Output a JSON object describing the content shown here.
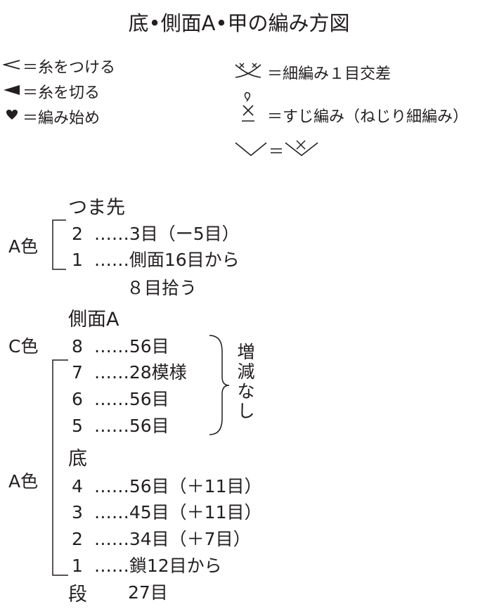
{
  "title": "底•側面A•甲の編み方図",
  "legend": {
    "left": [
      {
        "symbol": "open-triangle",
        "text": "＝糸をつける"
      },
      {
        "symbol": "filled-triangle",
        "text": "＝糸を切る"
      },
      {
        "symbol": "heart",
        "text": "＝編み始め"
      }
    ],
    "right": [
      {
        "symbol": "sc2tog",
        "text": "＝細編み１目交差"
      },
      {
        "symbol": "twisted-sc",
        "text": "＝すじ編み（ねじり細編み）"
      },
      {
        "symbol": "increase-v",
        "text": "＝"
      }
    ]
  },
  "sections": {
    "toe": {
      "heading": "つま先",
      "color": "A色",
      "rows": [
        {
          "num": "2",
          "dots": "……",
          "text": "3目（ー5目）"
        },
        {
          "num": "1",
          "dots": "……",
          "text": "側面16目から"
        }
      ],
      "continuation": "８目拾う"
    },
    "side": {
      "heading": "側面A",
      "color_top": "C色",
      "rows": [
        {
          "num": "8",
          "dots": "……",
          "text": "56目"
        },
        {
          "num": "7",
          "dots": "……",
          "text": "28模様"
        },
        {
          "num": "6",
          "dots": "……",
          "text": "56目"
        },
        {
          "num": "5",
          "dots": "……",
          "text": "56目"
        }
      ],
      "note": "増減なし"
    },
    "sole": {
      "heading": "底",
      "color": "A色",
      "rows": [
        {
          "num": "4",
          "dots": "……",
          "text": "56目（＋11目）"
        },
        {
          "num": "3",
          "dots": "……",
          "text": "45目（＋11目）"
        },
        {
          "num": "2",
          "dots": "……",
          "text": "34目（＋7目）"
        },
        {
          "num": "1",
          "dots": "……",
          "text": "鎖12目から"
        }
      ]
    },
    "footer": {
      "label": "段",
      "value": "27目"
    }
  }
}
